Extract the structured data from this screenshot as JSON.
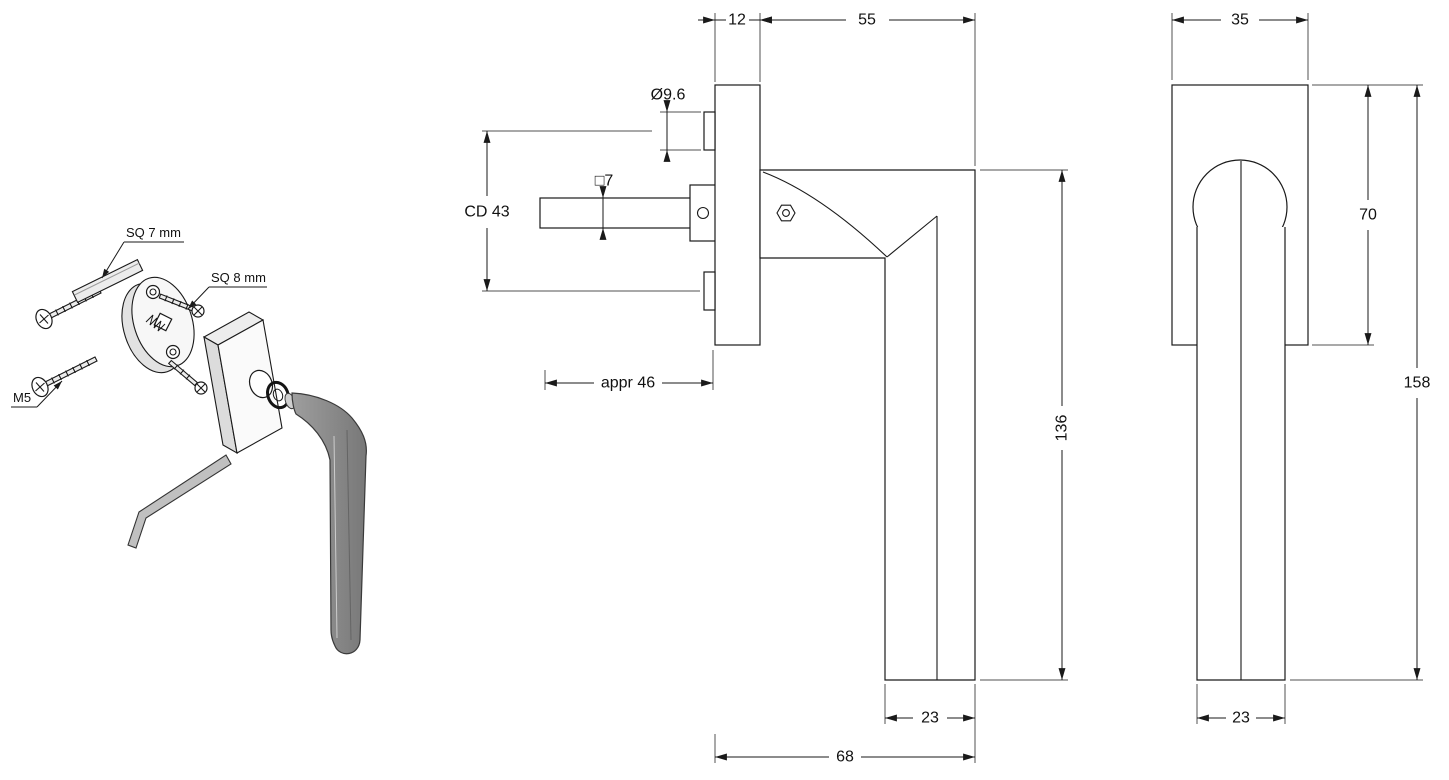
{
  "labels": {
    "sq7": "SQ 7 mm",
    "sq8": "SQ 8 mm",
    "m5": "M5"
  },
  "side_view": {
    "plate_width": "12",
    "handle_depth": "55",
    "boss_diameter": "Ø9.6",
    "spindle_square": "□7",
    "screw_centers": "CD 43",
    "spindle_length": "appr 46",
    "handle_height": "136",
    "grip_depth": "23",
    "total_depth": "68"
  },
  "front_view": {
    "plate_width": "35",
    "plate_height": "70",
    "total_height": "158",
    "grip_width": "23"
  },
  "colors": {
    "line": "#1a1a1a",
    "handle_fill": "#8f8f8f",
    "background": "#ffffff"
  }
}
